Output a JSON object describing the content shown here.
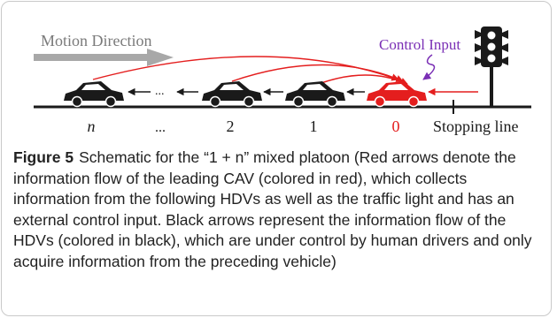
{
  "diagram": {
    "motion_direction": "Motion Direction",
    "control_input": "Control Input",
    "stopping_line": "Stopping line",
    "vehicle_labels": [
      "n",
      "...",
      "2",
      "1",
      "0"
    ],
    "between_dots": "...",
    "colors": {
      "cav": "#e41e1e",
      "hdv": "#1a1a1a",
      "control": "#7a2fb5",
      "motion_arrow": "#a8a8a8"
    }
  },
  "caption": {
    "label": "Figure 5",
    "text": "Schematic for the “1 + n” mixed platoon (Red arrows denote the information flow of the leading CAV (colored in red), which collects information from the following HDVs as well as the traffic light and has an external control input. Black arrows represent the information flow of the HDVs (colored in black), which are under control by human drivers and only acquire information from the preceding vehicle)"
  }
}
